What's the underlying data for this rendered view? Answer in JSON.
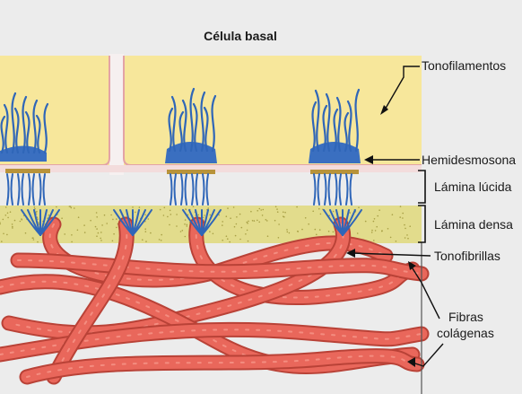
{
  "title": "Célula basal",
  "labels": {
    "tonofilamentos": "Tonofilamentos",
    "hemidesmosona": "Hemidesmosona",
    "lamina_lucida": "Lámina lúcida",
    "lamina_densa": "Lámina densa",
    "tonofibrillas": "Tonofibrillas",
    "fibras": "Fibras",
    "colagenas": "colágenas"
  },
  "colors": {
    "cell": "#f7e79b",
    "cell_border": "#e3a3a6",
    "membrane": "#f0d6d6",
    "filament": "#2f66b8",
    "plaque": "#3a6fc0",
    "dense_lamina": "#e2dc8c",
    "collagen": "#e9675b",
    "collagen_dark": "#b94237",
    "background": "#ececec"
  }
}
